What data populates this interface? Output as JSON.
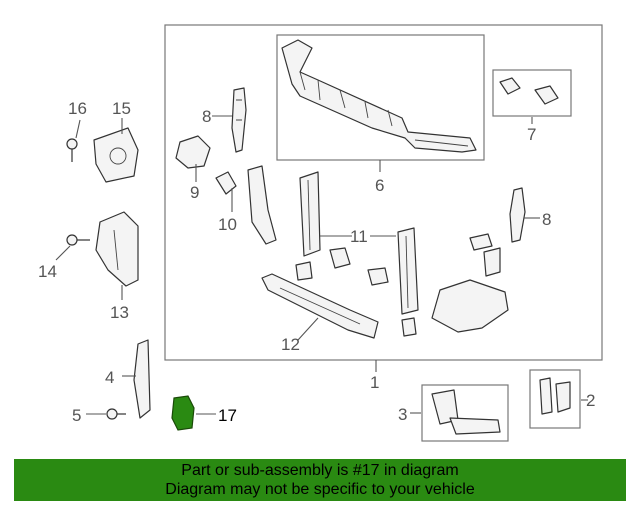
{
  "callouts": {
    "c1": "1",
    "c2": "2",
    "c3": "3",
    "c4": "4",
    "c5": "5",
    "c6": "6",
    "c7": "7",
    "c8a": "8",
    "c8b": "8",
    "c9": "9",
    "c10": "10",
    "c11": "11",
    "c12": "12",
    "c13": "13",
    "c14": "14",
    "c15": "15",
    "c16": "16",
    "c17": "17"
  },
  "colors": {
    "highlight": "#2a8a12",
    "banner": "#2a8a12"
  },
  "banner": {
    "line1": "Part or sub-assembly is #17 in diagram",
    "line2": "Diagram may not be specific to your vehicle"
  }
}
